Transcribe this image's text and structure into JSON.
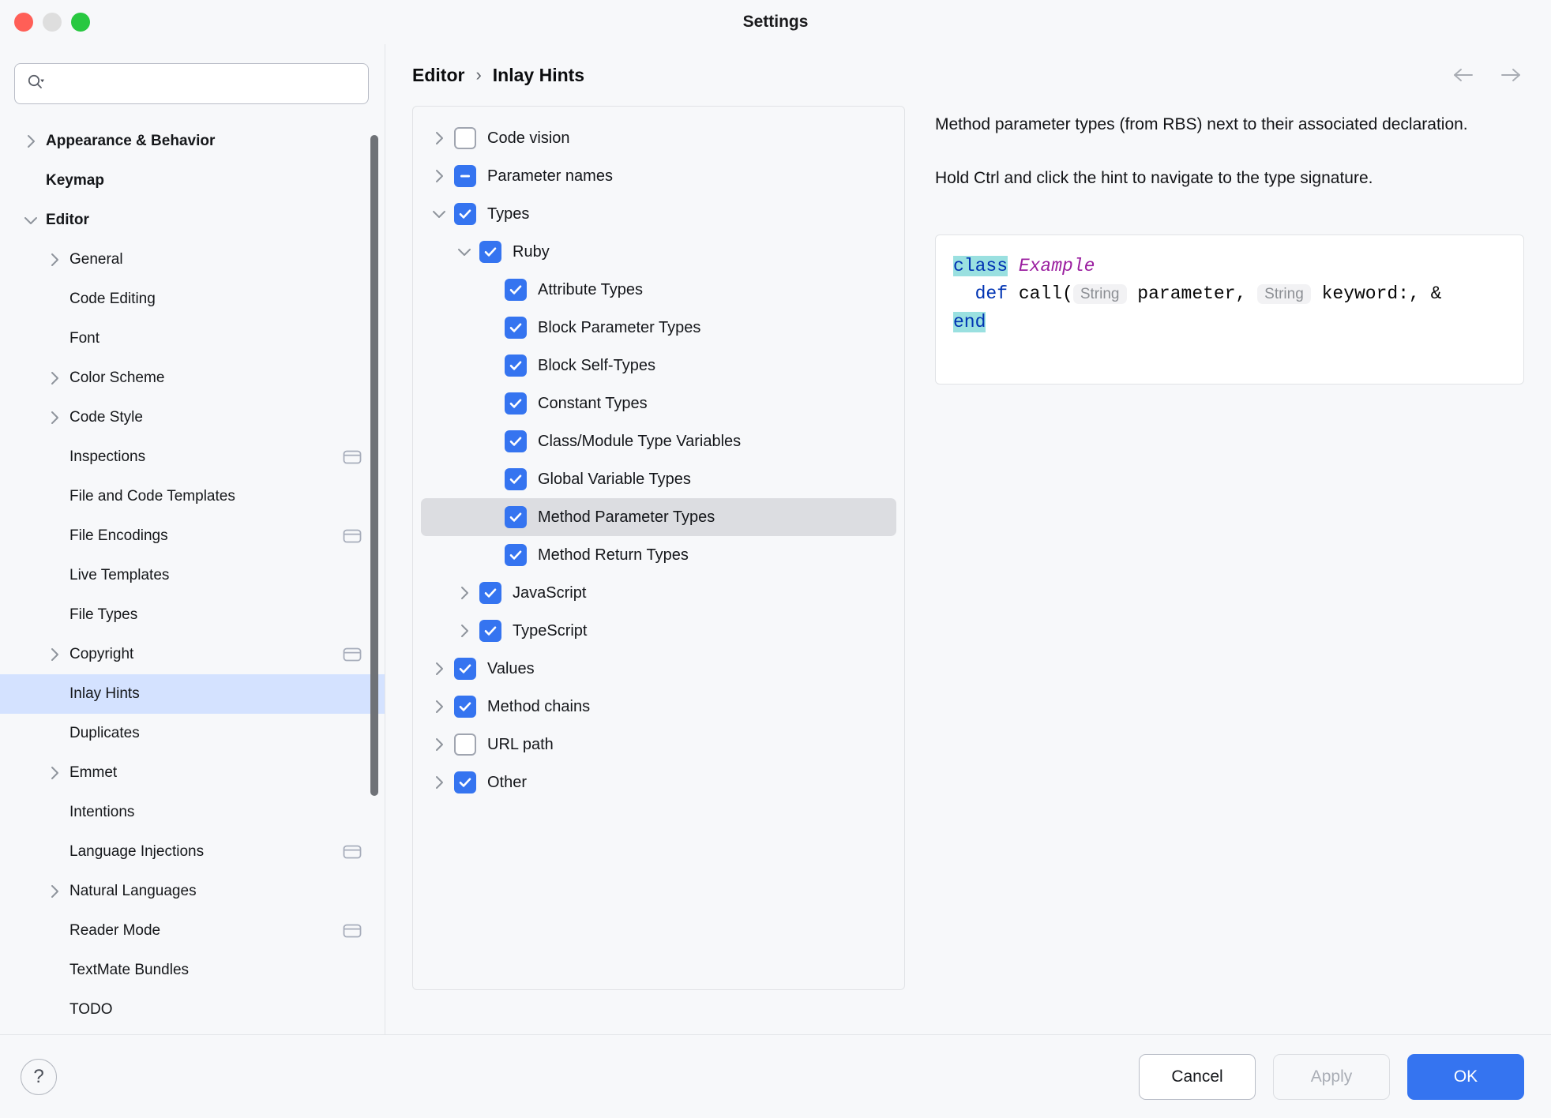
{
  "window": {
    "title": "Settings",
    "traffic_lights": [
      "close-red",
      "minimize-yellow",
      "zoom-green"
    ]
  },
  "search": {
    "value": "",
    "placeholder": "",
    "icon": "search-icon"
  },
  "sidebar": {
    "items": [
      {
        "label": "Appearance & Behavior",
        "level": 0,
        "arrow": "chevron-right",
        "bold": true,
        "selected": false,
        "badge": false
      },
      {
        "label": "Keymap",
        "level": 0,
        "arrow": "none",
        "bold": true,
        "selected": false,
        "badge": false
      },
      {
        "label": "Editor",
        "level": 0,
        "arrow": "chevron-down",
        "bold": true,
        "selected": false,
        "badge": false
      },
      {
        "label": "General",
        "level": 1,
        "arrow": "chevron-right",
        "bold": false,
        "selected": false,
        "badge": false
      },
      {
        "label": "Code Editing",
        "level": 1,
        "arrow": "none",
        "bold": false,
        "selected": false,
        "badge": false
      },
      {
        "label": "Font",
        "level": 1,
        "arrow": "none",
        "bold": false,
        "selected": false,
        "badge": false
      },
      {
        "label": "Color Scheme",
        "level": 1,
        "arrow": "chevron-right",
        "bold": false,
        "selected": false,
        "badge": false
      },
      {
        "label": "Code Style",
        "level": 1,
        "arrow": "chevron-right",
        "bold": false,
        "selected": false,
        "badge": false
      },
      {
        "label": "Inspections",
        "level": 1,
        "arrow": "none",
        "bold": false,
        "selected": false,
        "badge": true
      },
      {
        "label": "File and Code Templates",
        "level": 1,
        "arrow": "none",
        "bold": false,
        "selected": false,
        "badge": false
      },
      {
        "label": "File Encodings",
        "level": 1,
        "arrow": "none",
        "bold": false,
        "selected": false,
        "badge": true
      },
      {
        "label": "Live Templates",
        "level": 1,
        "arrow": "none",
        "bold": false,
        "selected": false,
        "badge": false
      },
      {
        "label": "File Types",
        "level": 1,
        "arrow": "none",
        "bold": false,
        "selected": false,
        "badge": false
      },
      {
        "label": "Copyright",
        "level": 1,
        "arrow": "chevron-right",
        "bold": false,
        "selected": false,
        "badge": true
      },
      {
        "label": "Inlay Hints",
        "level": 1,
        "arrow": "none",
        "bold": false,
        "selected": true,
        "badge": false
      },
      {
        "label": "Duplicates",
        "level": 1,
        "arrow": "none",
        "bold": false,
        "selected": false,
        "badge": false
      },
      {
        "label": "Emmet",
        "level": 1,
        "arrow": "chevron-right",
        "bold": false,
        "selected": false,
        "badge": false
      },
      {
        "label": "Intentions",
        "level": 1,
        "arrow": "none",
        "bold": false,
        "selected": false,
        "badge": false
      },
      {
        "label": "Language Injections",
        "level": 1,
        "arrow": "none",
        "bold": false,
        "selected": false,
        "badge": true
      },
      {
        "label": "Natural Languages",
        "level": 1,
        "arrow": "chevron-right",
        "bold": false,
        "selected": false,
        "badge": false
      },
      {
        "label": "Reader Mode",
        "level": 1,
        "arrow": "none",
        "bold": false,
        "selected": false,
        "badge": true
      },
      {
        "label": "TextMate Bundles",
        "level": 1,
        "arrow": "none",
        "bold": false,
        "selected": false,
        "badge": false
      },
      {
        "label": "TODO",
        "level": 1,
        "arrow": "none",
        "bold": false,
        "selected": false,
        "badge": false
      }
    ],
    "scrollbar": {
      "thumb_top_pct": 2,
      "thumb_height_pct": 72
    }
  },
  "breadcrumb": {
    "parent": "Editor",
    "separator": "›",
    "current": "Inlay Hints",
    "back_icon": "arrow-left-icon",
    "forward_icon": "arrow-right-icon"
  },
  "hints_tree": {
    "rows": [
      {
        "label": "Code vision",
        "indent": 0,
        "arrow": "chevron-right",
        "state": "off",
        "selected": false
      },
      {
        "label": "Parameter names",
        "indent": 0,
        "arrow": "chevron-right",
        "state": "mixed",
        "selected": false
      },
      {
        "label": "Types",
        "indent": 0,
        "arrow": "chevron-down",
        "state": "on",
        "selected": false
      },
      {
        "label": "Ruby",
        "indent": 1,
        "arrow": "chevron-down",
        "state": "on",
        "selected": false
      },
      {
        "label": "Attribute Types",
        "indent": 2,
        "arrow": "none",
        "state": "on",
        "selected": false
      },
      {
        "label": "Block Parameter Types",
        "indent": 2,
        "arrow": "none",
        "state": "on",
        "selected": false
      },
      {
        "label": "Block Self-Types",
        "indent": 2,
        "arrow": "none",
        "state": "on",
        "selected": false
      },
      {
        "label": "Constant Types",
        "indent": 2,
        "arrow": "none",
        "state": "on",
        "selected": false
      },
      {
        "label": "Class/Module Type Variables",
        "indent": 2,
        "arrow": "none",
        "state": "on",
        "selected": false
      },
      {
        "label": "Global Variable Types",
        "indent": 2,
        "arrow": "none",
        "state": "on",
        "selected": false
      },
      {
        "label": "Method Parameter Types",
        "indent": 2,
        "arrow": "none",
        "state": "on",
        "selected": true
      },
      {
        "label": "Method Return Types",
        "indent": 2,
        "arrow": "none",
        "state": "on",
        "selected": false
      },
      {
        "label": "JavaScript",
        "indent": 1,
        "arrow": "chevron-right",
        "state": "on",
        "selected": false
      },
      {
        "label": "TypeScript",
        "indent": 1,
        "arrow": "chevron-right",
        "state": "on",
        "selected": false
      },
      {
        "label": "Values",
        "indent": 0,
        "arrow": "chevron-right",
        "state": "on",
        "selected": false
      },
      {
        "label": "Method chains",
        "indent": 0,
        "arrow": "chevron-right",
        "state": "on",
        "selected": false
      },
      {
        "label": "URL path",
        "indent": 0,
        "arrow": "chevron-right",
        "state": "off",
        "selected": false
      },
      {
        "label": "Other",
        "indent": 0,
        "arrow": "chevron-right",
        "state": "on",
        "selected": false
      }
    ]
  },
  "description": {
    "paragraph1": "Method parameter types (from RBS) next to their associated declaration.",
    "paragraph2": "Hold Ctrl and click the hint to navigate to the type signature."
  },
  "preview": {
    "line1_keyword": "class",
    "line1_class": "Example",
    "line2_indent": "  ",
    "line2_def": "def",
    "line2_call_open": " call(",
    "line2_hint1": "String",
    "line2_param1": " parameter, ",
    "line2_hint2": "String",
    "line2_param2": " keyword:, &",
    "line3_end": "end"
  },
  "footer": {
    "help_label": "?",
    "cancel_label": "Cancel",
    "apply_label": "Apply",
    "ok_label": "OK"
  },
  "colors": {
    "accent_blue": "#3574f0",
    "selection_blue": "#d4e2ff",
    "row_selection_gray": "#dcdde1",
    "background": "#f7f8fa",
    "keyword_highlight": "#9ae0e0",
    "keyword_text": "#0033b3",
    "class_name": "#9b1fa0",
    "inlay_chip_bg": "#f2f2f4",
    "inlay_chip_text": "#8c8f94"
  }
}
